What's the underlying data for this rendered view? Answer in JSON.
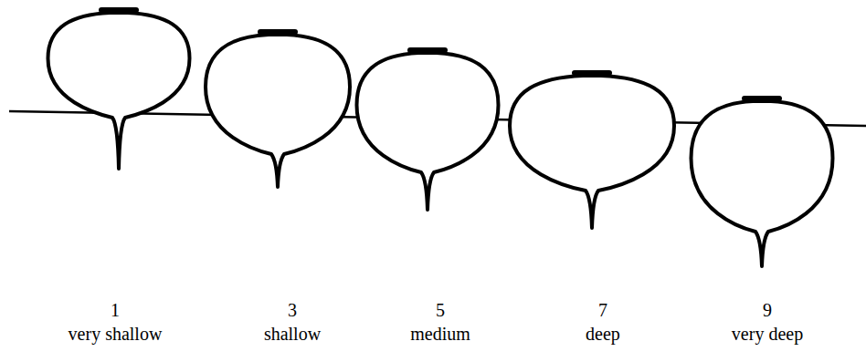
{
  "diagram": {
    "labels": [
      "1",
      "very shallow",
      "3",
      "shallow",
      "5",
      "medium",
      "7",
      "deep",
      "9",
      "very deep"
    ]
  }
}
